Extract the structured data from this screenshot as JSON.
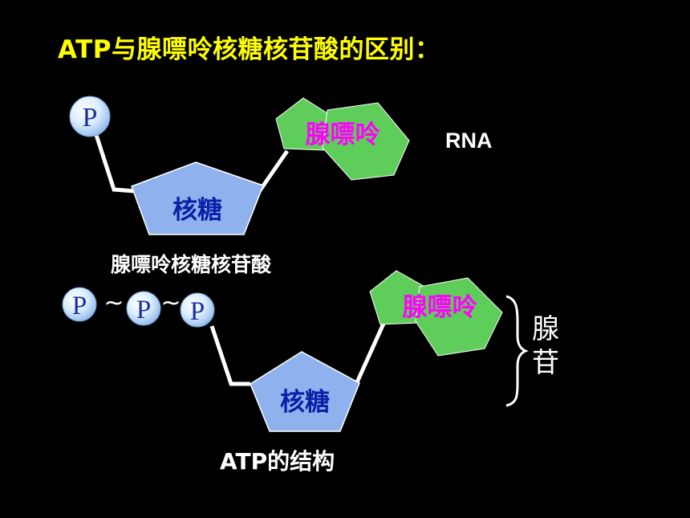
{
  "title": "ATP与腺嘌呤核糖核苷酸的区别：",
  "rna_label": "RNA",
  "diagram1": {
    "phosphate": "P",
    "base": "腺嘌呤",
    "sugar": "核糖",
    "caption": "腺嘌呤核糖核苷酸"
  },
  "diagram2": {
    "phosphates": [
      "P",
      "P",
      "P"
    ],
    "bonds": [
      "~",
      "~"
    ],
    "base": "腺嘌呤",
    "sugar": "核糖",
    "caption": "ATP的结构",
    "brace_label": "腺苷"
  },
  "colors": {
    "background": "#000000",
    "title": "#ffff00",
    "base_fill": "#5fcd5a",
    "base_text": "#ff00ff",
    "sugar_fill": "#8fb2ee",
    "sugar_text": "#0a1fa8",
    "phosphate_fill": "#cfe6ff",
    "phosphate_text": "#1a2f9e"
  }
}
